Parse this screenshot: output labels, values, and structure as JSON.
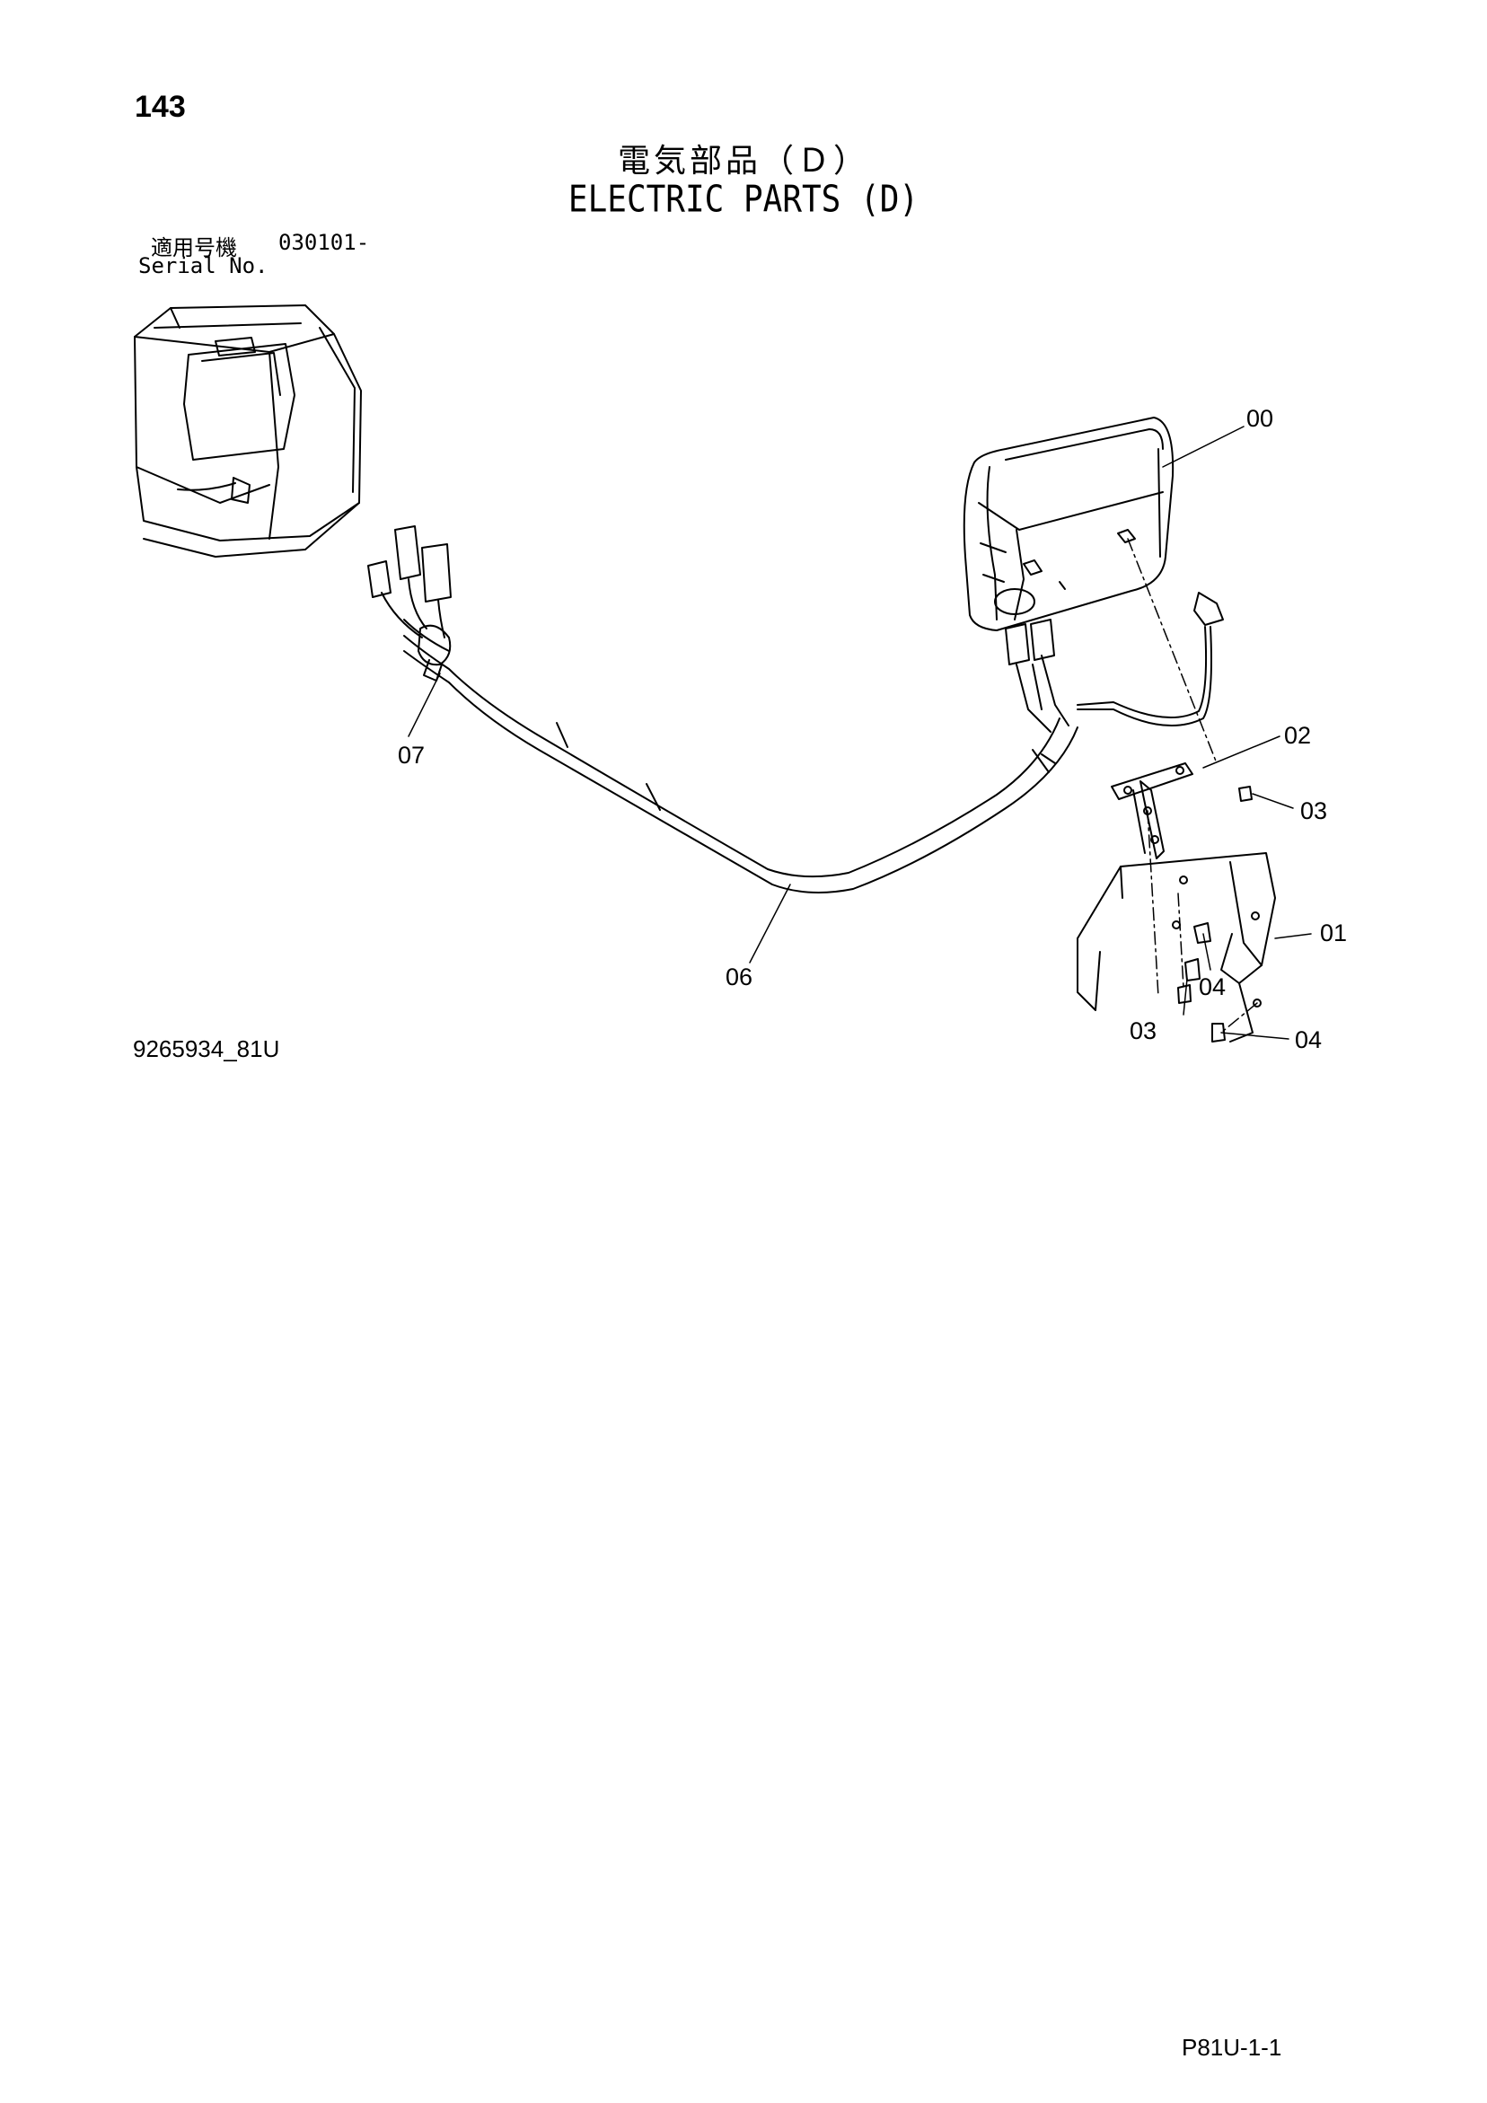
{
  "page_number": "143",
  "title_ja": "電気部品（Ｄ）",
  "title_en": "ELECTRIC PARTS (D)",
  "serial": {
    "label_ja": "適用号機",
    "label_en": "Serial No.",
    "value": "030101-"
  },
  "callouts": {
    "part_00": "00",
    "part_01": "01",
    "part_02": "02",
    "part_03_upper": "03",
    "part_03_lower": "03",
    "part_04_upper": "04",
    "part_04_lower": "04",
    "part_06": "06",
    "part_07": "07"
  },
  "drawing_number": "9265934_81U",
  "page_code": "P81U-1-1"
}
